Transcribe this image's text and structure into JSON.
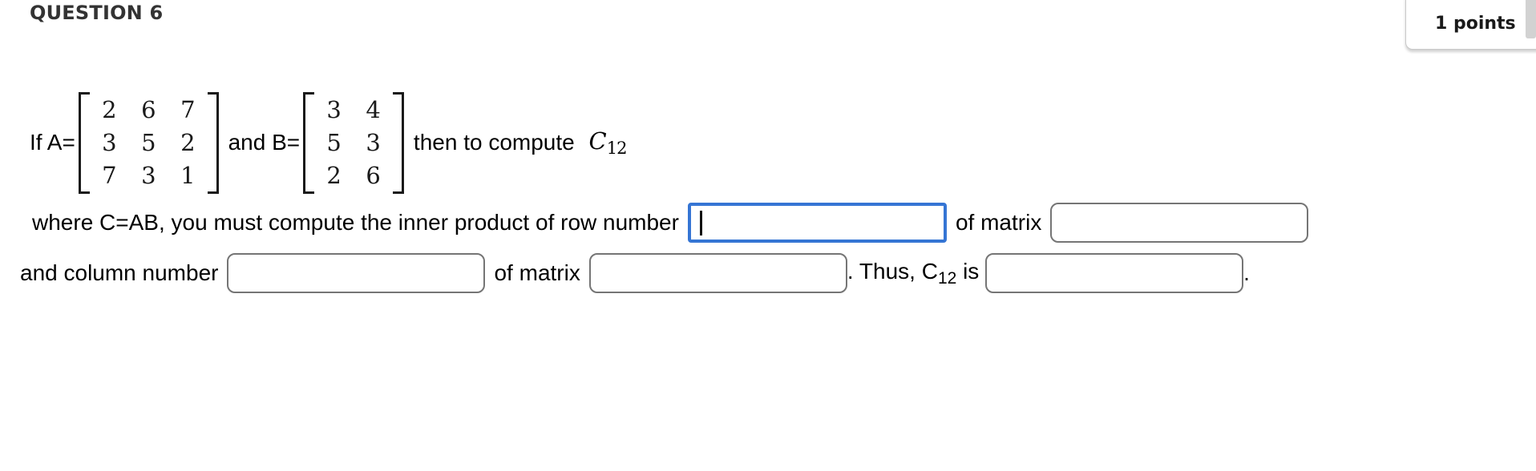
{
  "header": {
    "title": "QUESTION 6",
    "points": "1 points"
  },
  "question": {
    "line1": {
      "prefix": "If A=",
      "matrix_a": {
        "rows": [
          [
            "2",
            "6",
            "7"
          ],
          [
            "3",
            "5",
            "2"
          ],
          [
            "7",
            "3",
            "1"
          ]
        ]
      },
      "mid": " and B=",
      "matrix_b": {
        "rows": [
          [
            "3",
            "4"
          ],
          [
            "5",
            "3"
          ],
          [
            "2",
            "6"
          ]
        ]
      },
      "suffix": " then to compute ",
      "c_symbol": "C",
      "c_subscript": "12"
    },
    "line2": {
      "text_row": "where C=AB, you must compute the inner product of row number",
      "input_row_value": "",
      "text_of_matrix": "of matrix",
      "input_matrix1_value": ""
    },
    "line3": {
      "text_column": "and column number",
      "input_column_value": "",
      "text_of_matrix": "of matrix",
      "input_matrix2_value": "",
      "thus_pre": ". Thus, C",
      "thus_sub": "12",
      "thus_post": " is ",
      "input_result_value": "",
      "period": "."
    }
  },
  "colors": {
    "focus_border": "#3575d4",
    "input_border": "#757575",
    "title_text": "#333333"
  }
}
